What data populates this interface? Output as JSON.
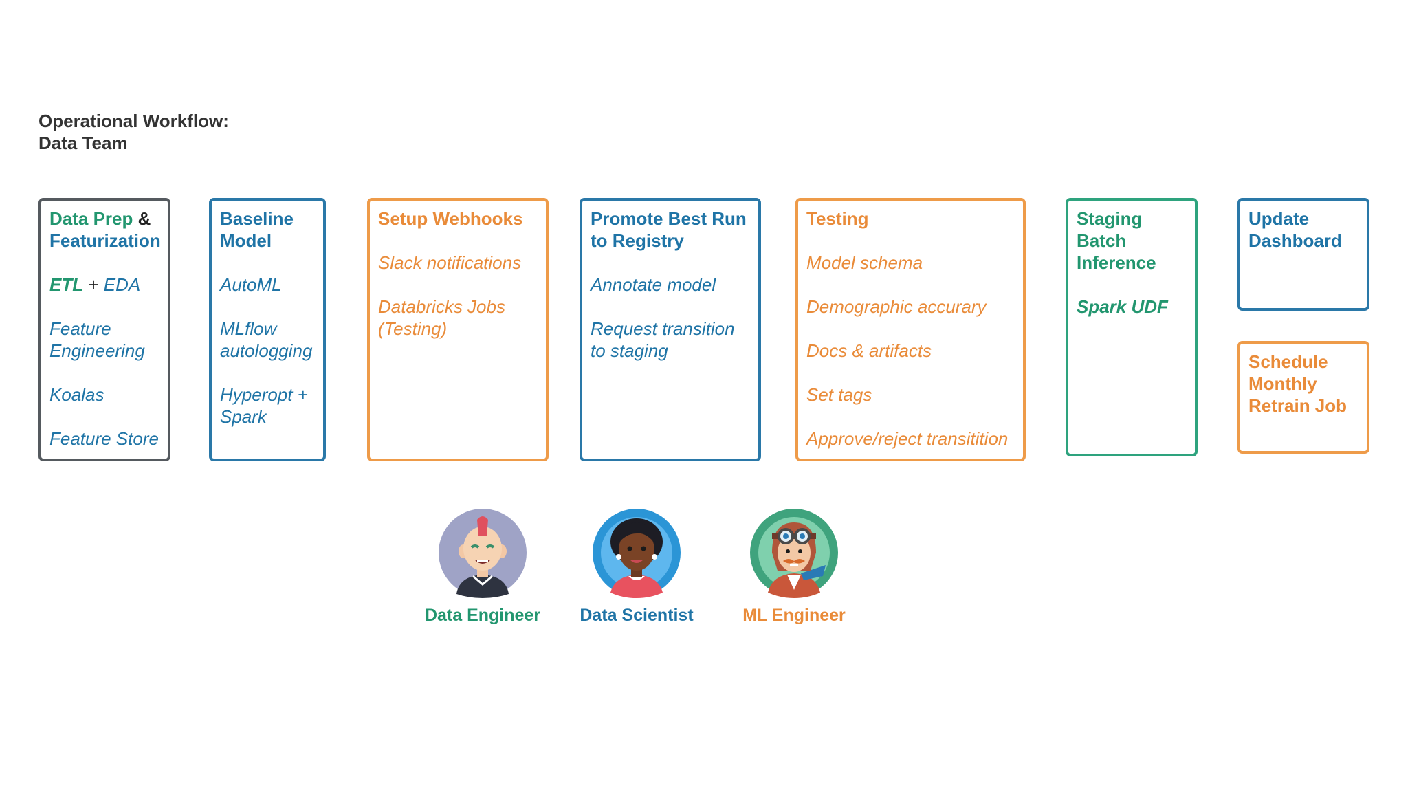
{
  "header": {
    "title_line1": "Operational Workflow:",
    "title_line2": "Data Team"
  },
  "colors": {
    "blue": "#1f74a6",
    "orange": "#e98b39",
    "green": "#22966f",
    "gray": "#555a5f"
  },
  "cards": {
    "data_prep": {
      "title_part1": "Data Prep",
      "title_amp": "&",
      "title_part2": "Featurization",
      "etl": "ETL",
      "plus": "+",
      "eda": "EDA",
      "item2": "Feature Engineering",
      "item3": "Koalas",
      "item4": "Feature Store"
    },
    "baseline": {
      "title": "Baseline Model",
      "items": [
        "AutoML",
        "MLflow autologging",
        "Hyperopt + Spark"
      ]
    },
    "webhooks": {
      "title": "Setup Webhooks",
      "items": [
        "Slack notifications",
        "Databricks Jobs (Testing)"
      ]
    },
    "promote": {
      "title": "Promote Best Run to Registry",
      "items": [
        "Annotate model",
        "Request transition to staging"
      ]
    },
    "testing": {
      "title": "Testing",
      "items": [
        "Model schema",
        "Demographic accurary",
        "Docs & artifacts",
        "Set tags",
        "Approve/reject transitition"
      ]
    },
    "staging": {
      "title": "Staging Batch Inference",
      "items": [
        "Spark UDF"
      ]
    },
    "dashboard": {
      "title": "Update Dashboard"
    },
    "retrain": {
      "title": "Schedule Monthly Retrain Job"
    }
  },
  "personas": [
    {
      "label": "Data Engineer",
      "icon": "data-engineer-avatar-icon",
      "color": "#22966f"
    },
    {
      "label": "Data Scientist",
      "icon": "data-scientist-avatar-icon",
      "color": "#1f74a6"
    },
    {
      "label": "ML Engineer",
      "icon": "ml-engineer-avatar-icon",
      "color": "#e98b39"
    }
  ]
}
